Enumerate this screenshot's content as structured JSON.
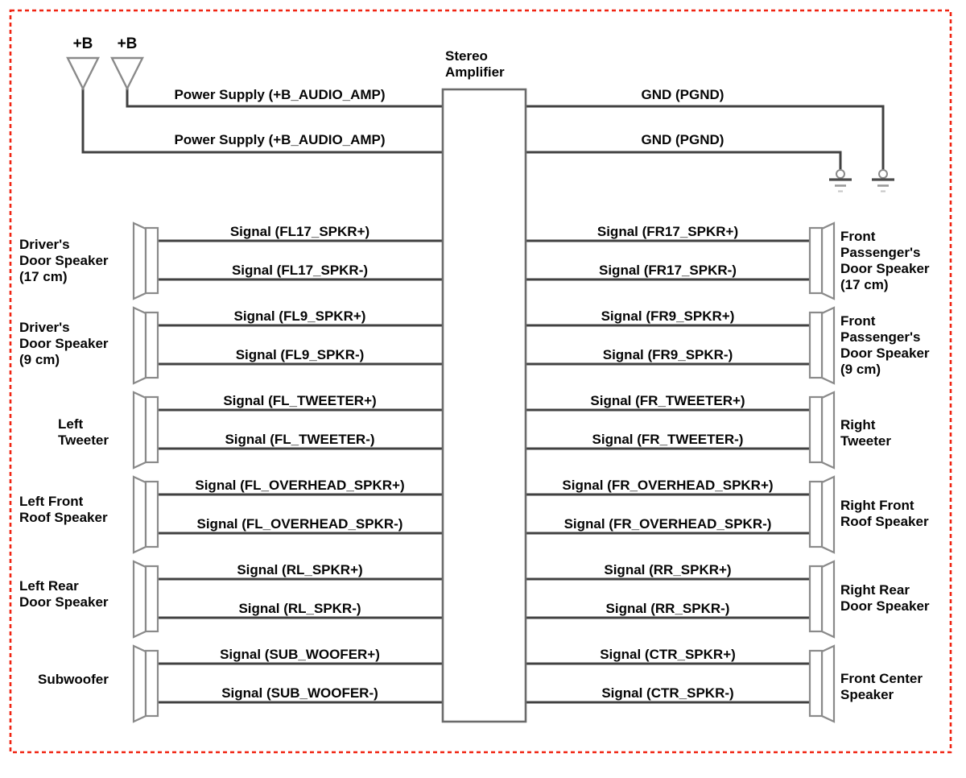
{
  "amplifier": {
    "title": "Stereo\nAmplifier"
  },
  "power": {
    "battery_terminals": [
      "+B",
      "+B"
    ],
    "supply_wires": [
      "Power Supply (+B_AUDIO_AMP)",
      "Power Supply (+B_AUDIO_AMP)"
    ],
    "ground_wires": [
      "GND (PGND)",
      "GND (PGND)"
    ]
  },
  "rows": [
    {
      "left": {
        "name": "Driver's\nDoor Speaker\n(17 cm)",
        "plus": "Signal (FL17_SPKR+)",
        "minus": "Signal (FL17_SPKR-)"
      },
      "right": {
        "name": "Front\nPassenger's\nDoor Speaker\n(17 cm)",
        "plus": "Signal (FR17_SPKR+)",
        "minus": "Signal (FR17_SPKR-)"
      }
    },
    {
      "left": {
        "name": "Driver's\nDoor Speaker\n(9 cm)",
        "plus": "Signal (FL9_SPKR+)",
        "minus": "Signal (FL9_SPKR-)"
      },
      "right": {
        "name": "Front\nPassenger's\nDoor Speaker\n(9 cm)",
        "plus": "Signal (FR9_SPKR+)",
        "minus": "Signal (FR9_SPKR-)"
      }
    },
    {
      "left": {
        "name": "Left\nTweeter",
        "plus": "Signal (FL_TWEETER+)",
        "minus": "Signal (FL_TWEETER-)"
      },
      "right": {
        "name": "Right\nTweeter",
        "plus": "Signal (FR_TWEETER+)",
        "minus": "Signal (FR_TWEETER-)"
      }
    },
    {
      "left": {
        "name": "Left Front\nRoof Speaker",
        "plus": "Signal (FL_OVERHEAD_SPKR+)",
        "minus": "Signal (FL_OVERHEAD_SPKR-)"
      },
      "right": {
        "name": "Right Front\nRoof Speaker",
        "plus": "Signal (FR_OVERHEAD_SPKR+)",
        "minus": "Signal (FR_OVERHEAD_SPKR-)"
      }
    },
    {
      "left": {
        "name": "Left Rear\nDoor Speaker",
        "plus": "Signal (RL_SPKR+)",
        "minus": "Signal (RL_SPKR-)"
      },
      "right": {
        "name": "Right Rear\nDoor Speaker",
        "plus": "Signal (RR_SPKR+)",
        "minus": "Signal (RR_SPKR-)"
      }
    },
    {
      "left": {
        "name": "Subwoofer",
        "plus": "Signal (SUB_WOOFER+)",
        "minus": "Signal (SUB_WOOFER-)"
      },
      "right": {
        "name": "Front Center\nSpeaker",
        "plus": "Signal (CTR_SPKR+)",
        "minus": "Signal (CTR_SPKR-)"
      }
    }
  ],
  "colors": {
    "frame": "#f02311",
    "wire": "#414141",
    "outline": "#8a8a8a",
    "text": "#060606"
  }
}
